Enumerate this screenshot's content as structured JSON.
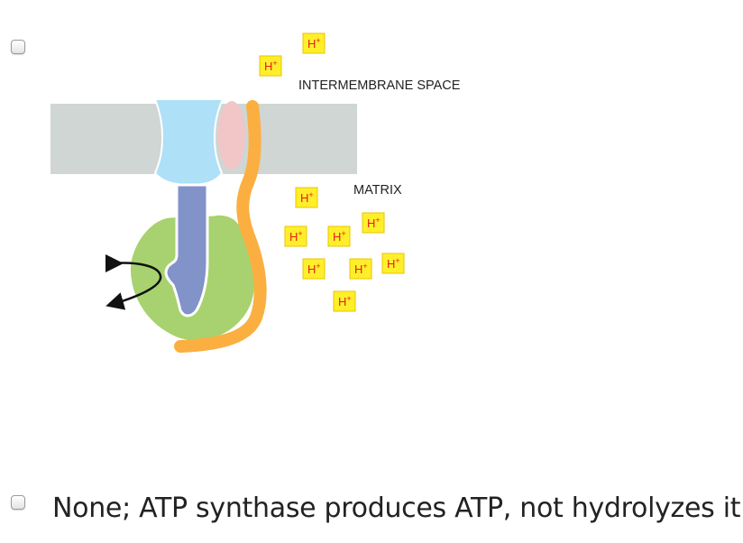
{
  "options": [
    {
      "checked": false,
      "diagram": {
        "labels": {
          "intermembrane_space": "INTERMEMBRANE SPACE",
          "matrix": "MATRIX"
        },
        "ion_symbol": "H",
        "ion_charge": "+",
        "ion_counts": {
          "intermembrane_space": 2,
          "matrix": 8
        },
        "colors": {
          "membrane": "#cfd6d3",
          "f0_subunit": "#aee0f7",
          "stalk": "#8293c9",
          "f1_head": "#a7d26f",
          "peripheral_stalk": "#fbaf41",
          "peripheral_cap": "#f2c5c6",
          "ion_box": "#ffef2a",
          "ion_text": "#e31e1e"
        }
      }
    },
    {
      "checked": false,
      "label": "None; ATP synthase produces ATP, not hydrolyzes it."
    }
  ]
}
